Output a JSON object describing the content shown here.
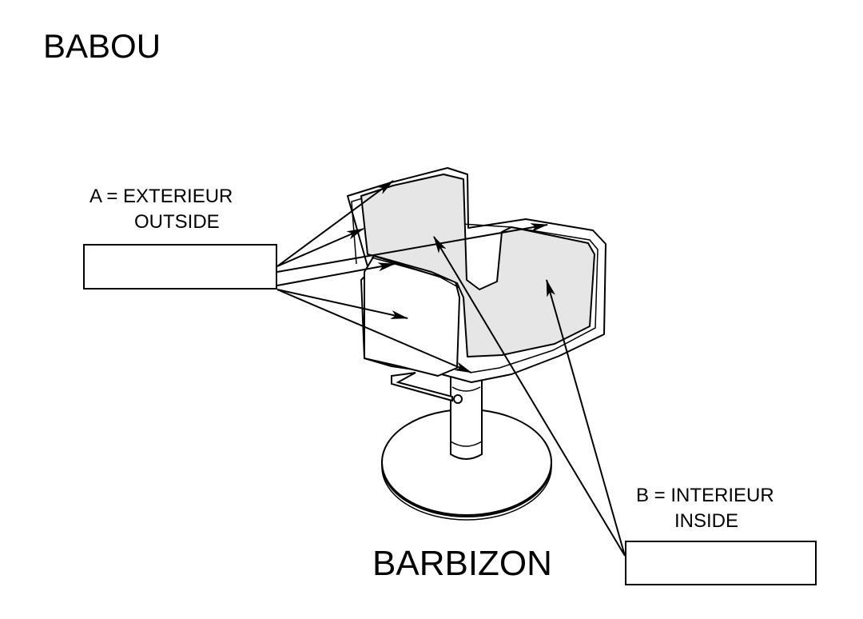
{
  "titles": {
    "top": "BABOU",
    "bottom": "BARBIZON"
  },
  "label_a": {
    "line1": "A = EXTERIEUR",
    "line2": "OUTSIDE"
  },
  "label_b": {
    "line1": "B = INTERIEUR",
    "line2": "INSIDE"
  },
  "colors": {
    "stroke": "#000000",
    "interior_fill": "#e6e6e6",
    "background": "#ffffff"
  }
}
